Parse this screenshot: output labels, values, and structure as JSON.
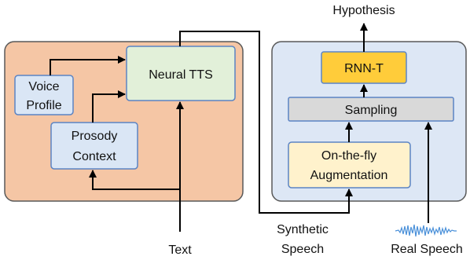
{
  "colors": {
    "tts_panel_fill": "#f5c6a5",
    "tts_panel_stroke": "#595959",
    "asr_panel_fill": "#dde7f5",
    "asr_panel_stroke": "#595959",
    "input_box_fill": "#dae6f5",
    "input_box_stroke": "#5b84c4",
    "tts_box_fill": "#e2f0d9",
    "tts_box_stroke": "#5b84c4",
    "rnnt_fill": "#ffcc3a",
    "sampling_fill": "#d9d9d9",
    "augmentation_fill": "#fff2cc",
    "waveform": "#4a90d9"
  },
  "boxes": {
    "voice_profile": [
      "Voice",
      "Profile"
    ],
    "prosody_context": [
      "Prosody",
      "Context"
    ],
    "neural_tts": "Neural TTS",
    "rnnt": "RNN-T",
    "sampling": "Sampling",
    "augmentation": [
      "On-the-fly",
      "Augmentation"
    ]
  },
  "io": {
    "hypothesis": "Hypothesis",
    "text": "Text",
    "synthetic_speech": [
      "Synthetic",
      "Speech"
    ],
    "real_speech": "Real Speech"
  },
  "icons": {
    "real_speech_waveform": "waveform-icon"
  }
}
